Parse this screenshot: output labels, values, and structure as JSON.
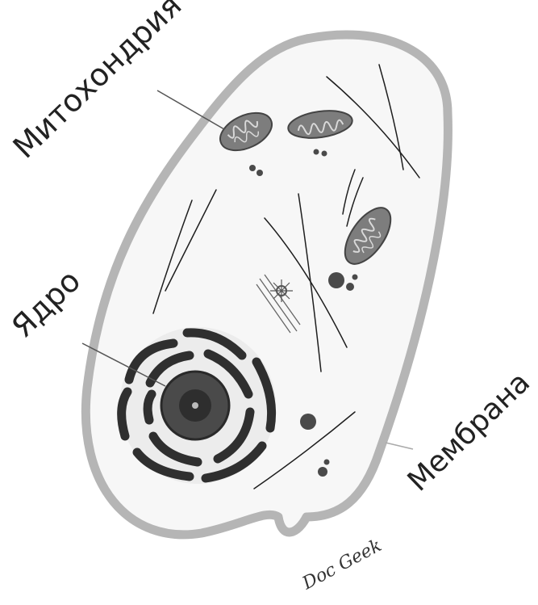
{
  "labels": {
    "mitochondria": "Митохондрия",
    "nucleus": "Ядро",
    "membrane": "Мембрана"
  },
  "signature": "Doc Geek",
  "colors": {
    "membrane": "#b5b5b5",
    "cytoplasm": "#f7f7f7",
    "mitochondria": "#7d7d7d",
    "chromatin": "#2f2f2f",
    "nucleolus": "#4a4a4a",
    "fibers": "#1e1e1e",
    "label_text": "#2a2a2a",
    "membrane_label_text": "#b0b0b0"
  }
}
